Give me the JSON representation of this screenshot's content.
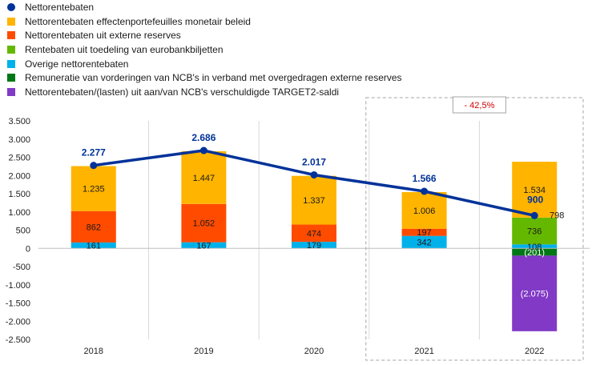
{
  "chart_data": {
    "type": "bar",
    "stacked": true,
    "categories": [
      "2018",
      "2019",
      "2020",
      "2021",
      "2022"
    ],
    "ylim": [
      -2500,
      3500
    ],
    "yticks": [
      3500,
      3000,
      2500,
      2000,
      1500,
      1000,
      500,
      0,
      -500,
      -1000,
      -1500,
      -2000,
      -2500
    ],
    "ytick_labels": [
      "3.500",
      "3.000",
      "2.500",
      "2.000",
      "1.500",
      "1.000",
      "500",
      "0",
      "-500",
      "-1.000",
      "-1.500",
      "-2.000",
      "-2.500"
    ],
    "grid": "vertical",
    "legend_placement": "top-left",
    "line_series": {
      "name": "Nettorentebaten",
      "color": "#003299",
      "values": [
        2277,
        2686,
        2017,
        1566,
        900
      ],
      "labels": [
        "2.277",
        "2.686",
        "2.017",
        "1.566",
        "900"
      ]
    },
    "series": [
      {
        "name": "Nettorentebaten effectenportefeuilles monetair beleid",
        "color": "#ffb400",
        "values": [
          1235,
          1447,
          1337,
          1006,
          1534
        ],
        "labels": [
          "1.235",
          "1.447",
          "1.337",
          "1.006",
          "1.534"
        ]
      },
      {
        "name": "Nettorentebaten uit externe reserves",
        "color": "#ff4b00",
        "values": [
          862,
          1052,
          474,
          197,
          0
        ],
        "labels": [
          "862",
          "1.052",
          "474",
          "197",
          ""
        ]
      },
      {
        "name": "Rentebaten uit toedeling van eurobankbiljetten",
        "color": "#65b800",
        "values": [
          0,
          0,
          0,
          0,
          736
        ],
        "labels": [
          "",
          "",
          "",
          "",
          "736"
        ]
      },
      {
        "name": "Overige nettorentebaten",
        "color": "#00b1ea",
        "values": [
          161,
          167,
          179,
          342,
          108
        ],
        "labels": [
          "161",
          "167",
          "179",
          "342",
          "108"
        ]
      },
      {
        "name": "Remuneratie van vorderingen van NCB's in verband met overgedragen externe reserves",
        "color": "#007816",
        "values": [
          0,
          0,
          0,
          0,
          -201
        ],
        "labels": [
          "",
          "",
          "",
          "",
          "(201)"
        ]
      },
      {
        "name": "Nettorentebaten/(lasten) uit aan/van NCB's verschuldigde TARGET2-saldi",
        "color": "#8139c6",
        "values": [
          0,
          0,
          0,
          0,
          -2075
        ],
        "labels": [
          "",
          "",
          "",
          "",
          "(2.075)"
        ]
      }
    ],
    "annotations": [
      {
        "text": "- 42,5%",
        "color": "#d40000",
        "spans": [
          "2021",
          "2022"
        ]
      },
      {
        "text": "798",
        "category": "2022",
        "color": "#1a1a1a"
      }
    ]
  }
}
